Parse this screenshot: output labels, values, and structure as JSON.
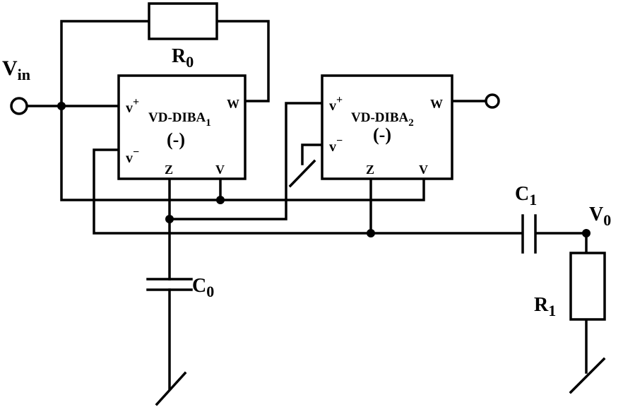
{
  "input": {
    "name": "V",
    "sub": "in"
  },
  "output": {
    "name": "V",
    "sub": "0"
  },
  "resistors": {
    "r0": {
      "name": "R",
      "sub": "0"
    },
    "r1": {
      "name": "R",
      "sub": "1"
    }
  },
  "capacitors": {
    "c0": {
      "name": "C",
      "sub": "0"
    },
    "c1": {
      "name": "C",
      "sub": "1"
    }
  },
  "blocks": [
    {
      "title": "VD-DIBA",
      "sub": "1",
      "sign": "(-)",
      "pins": {
        "vplus": "v",
        "vplus_sup": "+",
        "vminus": "v",
        "vminus_sup": "−",
        "w": "W",
        "z": "Z",
        "v": "V"
      }
    },
    {
      "title": "VD-DIBA",
      "sub": "2",
      "sign": "(-)",
      "pins": {
        "vplus": "v",
        "vplus_sup": "+",
        "vminus": "v",
        "vminus_sup": "−",
        "w": "W",
        "z": "Z",
        "v": "V"
      }
    }
  ]
}
